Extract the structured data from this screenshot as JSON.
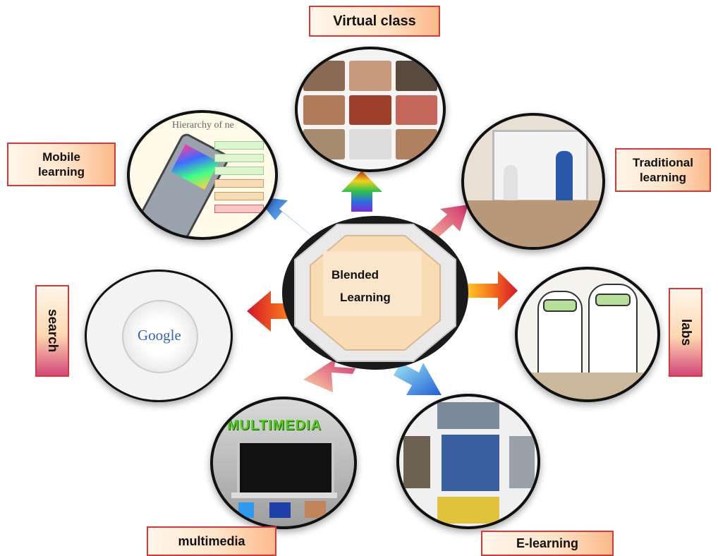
{
  "center": {
    "line1": "Blended",
    "line2": "Learning"
  },
  "labels": {
    "virtual_class": "Virtual class",
    "mobile_learning": "Mobile learning",
    "traditional_learning": "Traditional learning",
    "search": "search",
    "labs": "labs",
    "multimedia": "multimedia",
    "elearning": "E-learning"
  },
  "images": {
    "mobile_caption": "Hierarchy of ne",
    "search_logo": "Google",
    "multimedia_banner": "MULTIMEDIA"
  },
  "colors": {
    "label_border": "#d43a3a",
    "label_fill": "#ffe4c8",
    "center_fill": "#f9dcb4",
    "center_ring": "#1a1a1a"
  }
}
